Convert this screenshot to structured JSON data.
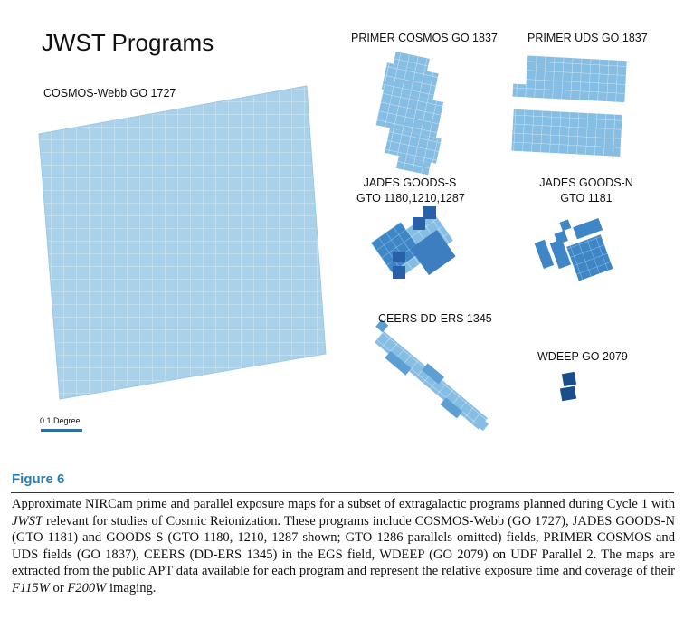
{
  "figure": {
    "title": "JWST Programs",
    "scale_label": "0.1 Degree",
    "programs": {
      "cosmos_webb": "COSMOS-Webb GO 1727",
      "primer_cosmos": "PRIMER COSMOS GO 1837",
      "primer_uds": "PRIMER UDS GO 1837",
      "jades_s_line1": "JADES GOODS-S",
      "jades_s_line2": "GTO 1180,1210,1287",
      "jades_n_line1": "JADES GOODS-N",
      "jades_n_line2": "GTO 1181",
      "ceers": "CEERS DD-ERS 1345",
      "wdeep": "WDEEP GO 2079"
    },
    "colors": {
      "light": "#a9d1ea",
      "light_grid": "#d6ebf7",
      "medium": "#5b9fd2",
      "dark": "#2f6fb0",
      "darkest": "#154a85"
    }
  },
  "caption": {
    "label": "Figure 6",
    "seg1": "Approximate NIRCam prime and parallel exposure maps for a subset of extragalactic programs planned during Cycle 1 with ",
    "seg2": "JWST",
    "seg3": " relevant for studies of Cosmic Reionization. These programs include COSMOS-Webb (GO 1727), JADES GOODS-N (GTO 1181) and GOODS-S (GTO 1180, 1210, 1287 shown; GTO 1286 parallels omitted) fields, PRIMER COSMOS and UDS fields (GO 1837), CEERS (DD-ERS 1345) in the EGS field, WDEEP (GO 2079) on UDF Parallel 2. The maps are extracted from the public APT data available for each program and represent the relative exposure time and coverage of their ",
    "seg4": "F115W",
    "seg5": " or ",
    "seg6": "F200W",
    "seg7": " imaging."
  }
}
